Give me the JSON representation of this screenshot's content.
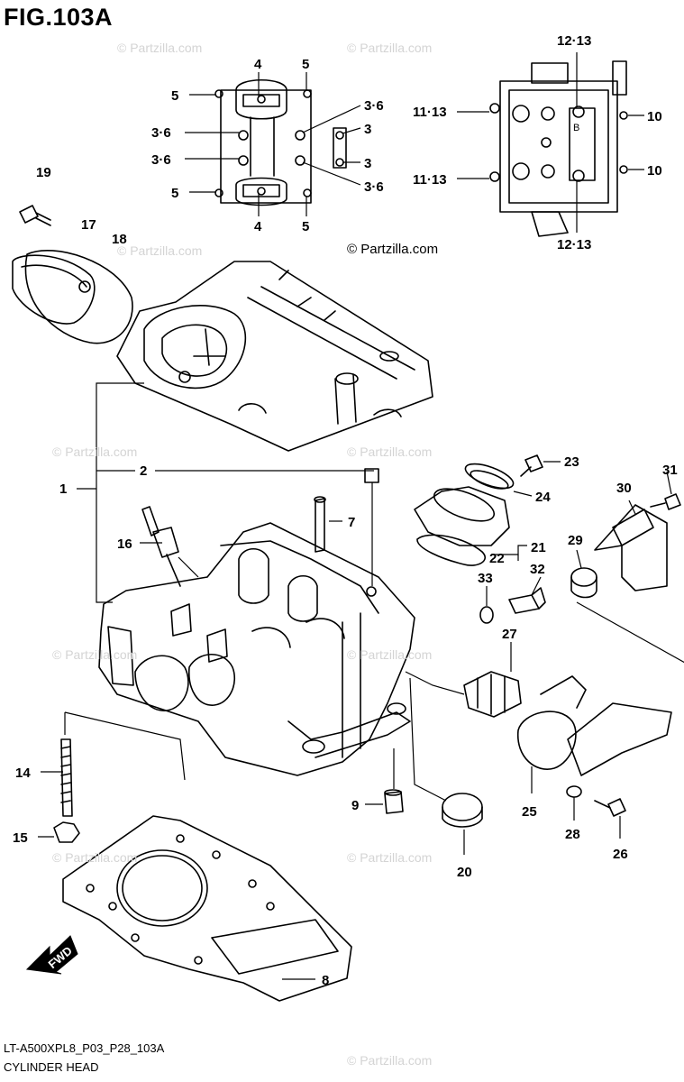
{
  "figure": {
    "title": "FIG.103A",
    "code": "LT-A500XPL8_P03_P28_103A",
    "name": "CYLINDER HEAD",
    "copyright": "© Partzilla.com",
    "watermark": "© Partzilla.com",
    "fwd_label": "FWD"
  },
  "callouts": [
    {
      "id": "c1",
      "label": "1"
    },
    {
      "id": "c2",
      "label": "2"
    },
    {
      "id": "c7",
      "label": "7"
    },
    {
      "id": "c8",
      "label": "8"
    },
    {
      "id": "c9",
      "label": "9"
    },
    {
      "id": "c14",
      "label": "14"
    },
    {
      "id": "c15",
      "label": "15"
    },
    {
      "id": "c16",
      "label": "16"
    },
    {
      "id": "c17",
      "label": "17"
    },
    {
      "id": "c18",
      "label": "18"
    },
    {
      "id": "c19",
      "label": "19"
    },
    {
      "id": "c20",
      "label": "20"
    },
    {
      "id": "c21",
      "label": "21"
    },
    {
      "id": "c22",
      "label": "22"
    },
    {
      "id": "c23",
      "label": "23"
    },
    {
      "id": "c24",
      "label": "24"
    },
    {
      "id": "c25",
      "label": "25"
    },
    {
      "id": "c26",
      "label": "26"
    },
    {
      "id": "c27",
      "label": "27"
    },
    {
      "id": "c28",
      "label": "28"
    },
    {
      "id": "c29",
      "label": "29"
    },
    {
      "id": "c30",
      "label": "30"
    },
    {
      "id": "c31",
      "label": "31"
    },
    {
      "id": "c32",
      "label": "32"
    },
    {
      "id": "c33",
      "label": "33"
    },
    {
      "id": "t4a",
      "label": "4"
    },
    {
      "id": "t4b",
      "label": "4"
    },
    {
      "id": "t5a",
      "label": "5"
    },
    {
      "id": "t5b",
      "label": "5"
    },
    {
      "id": "t5c",
      "label": "5"
    },
    {
      "id": "t5d",
      "label": "5"
    },
    {
      "id": "t36a",
      "label": "3·6"
    },
    {
      "id": "t36b",
      "label": "3·6"
    },
    {
      "id": "t36c",
      "label": "3·6"
    },
    {
      "id": "t36d",
      "label": "3·6"
    },
    {
      "id": "t3a",
      "label": "3"
    },
    {
      "id": "t3b",
      "label": "3"
    },
    {
      "id": "t1213a",
      "label": "12·13"
    },
    {
      "id": "t1213b",
      "label": "12·13"
    },
    {
      "id": "t1113a",
      "label": "11·13"
    },
    {
      "id": "t1113b",
      "label": "11·13"
    },
    {
      "id": "t10a",
      "label": "10"
    },
    {
      "id": "t10b",
      "label": "10"
    }
  ]
}
